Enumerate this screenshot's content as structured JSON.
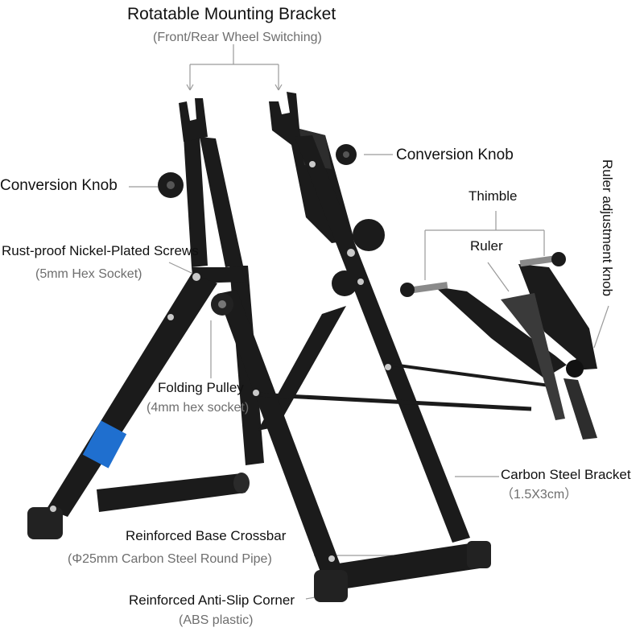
{
  "labels": {
    "mount_title": "Rotatable Mounting Bracket",
    "mount_sub": "(Front/Rear Wheel Switching)",
    "knob_right": "Conversion Knob",
    "knob_left": "Conversion Knob",
    "thimble": "Thimble",
    "ruler": "Ruler",
    "ruler_knob": "Ruler adjustment knob",
    "screws_title": "Rust-proof Nickel-Plated Screws",
    "screws_sub": "(5mm Hex Socket)",
    "pulley_title": "Folding Pulley",
    "pulley_sub": "(4mm hex socket)",
    "carbon_title": "Carbon Steel Bracket",
    "carbon_sub": "（1.5X3cm）",
    "crossbar_title": "Reinforced Base Crossbar",
    "crossbar_sub": "(Φ25mm Carbon Steel Round Pipe)",
    "corner_title": "Reinforced Anti-Slip Corner",
    "corner_sub": "(ABS plastic)"
  },
  "colors": {
    "frame": "#1b1b1b",
    "frame_highlight": "#3a3a3a",
    "leader": "#9a9a9a",
    "decal": "#1f6fcf",
    "bolt": "#c9c9c9"
  }
}
